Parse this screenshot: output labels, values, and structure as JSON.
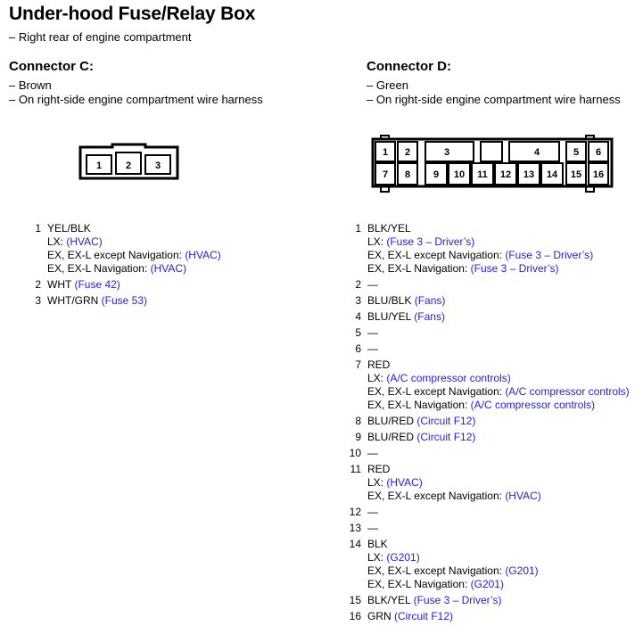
{
  "header": {
    "title": "Under-hood Fuse/Relay Box",
    "subtitle": "– Right rear of engine compartment"
  },
  "connectors": {
    "c": {
      "name": "Connector C:",
      "color_line": "– Brown",
      "location_line": "– On right-side engine compartment wire harness",
      "cavities": [
        "1",
        "2",
        "3"
      ],
      "pins": [
        {
          "num": "1",
          "wire": "YEL/BLK",
          "subs": [
            {
              "label": "LX: ",
              "link": "(HVAC)"
            },
            {
              "label": "EX, EX-L except Navigation: ",
              "link": "(HVAC)"
            },
            {
              "label": "EX, EX-L Navigation: ",
              "link": "(HVAC)"
            }
          ]
        },
        {
          "num": "2",
          "wire": "WHT",
          "link": "(Fuse 42)"
        },
        {
          "num": "3",
          "wire": "WHT/GRN",
          "link": "(Fuse 53)"
        }
      ]
    },
    "d": {
      "name": "Connector D:",
      "color_line": "– Green",
      "location_line": "– On right-side engine compartment wire harness",
      "cavities": [
        "1",
        "2",
        "3",
        "4",
        "5",
        "6",
        "7",
        "8",
        "9",
        "10",
        "11",
        "12",
        "13",
        "14",
        "15",
        "16"
      ],
      "pins": [
        {
          "num": "1",
          "wire": "BLK/YEL",
          "subs": [
            {
              "label": "LX: ",
              "link": "(Fuse 3 – Driver’s)"
            },
            {
              "label": "EX, EX-L except Navigation: ",
              "link": "(Fuse 3 – Driver’s)"
            },
            {
              "label": "EX, EX-L Navigation: ",
              "link": "(Fuse 3 – Driver’s)"
            }
          ]
        },
        {
          "num": "2",
          "wire": "—"
        },
        {
          "num": "3",
          "wire": "BLU/BLK",
          "link": "(Fans)"
        },
        {
          "num": "4",
          "wire": "BLU/YEL",
          "link": "(Fans)"
        },
        {
          "num": "5",
          "wire": "—"
        },
        {
          "num": "6",
          "wire": "—"
        },
        {
          "num": "7",
          "wire": "RED",
          "subs": [
            {
              "label": "LX: ",
              "link": "(A/C compressor controls)"
            },
            {
              "label": "EX, EX-L except Navigation: ",
              "link": "(A/C compressor controls)"
            },
            {
              "label": "EX, EX-L Navigation: ",
              "link": "(A/C compressor controls)"
            }
          ]
        },
        {
          "num": "8",
          "wire": "BLU/RED",
          "link": "(Circuit F12)"
        },
        {
          "num": "9",
          "wire": "BLU/RED",
          "link": "(Circuit F12)"
        },
        {
          "num": "10",
          "wire": "—"
        },
        {
          "num": "11",
          "wire": "RED",
          "subs": [
            {
              "label": "LX: ",
              "link": "(HVAC)"
            },
            {
              "label": "EX, EX-L except Navigation: ",
              "link": "(HVAC)"
            }
          ]
        },
        {
          "num": "12",
          "wire": "—"
        },
        {
          "num": "13",
          "wire": "—"
        },
        {
          "num": "14",
          "wire": "BLK",
          "subs": [
            {
              "label": "LX: ",
              "link": "(G201)"
            },
            {
              "label": "EX, EX-L except Navigation: ",
              "link": "(G201)"
            },
            {
              "label": "EX, EX-L Navigation: ",
              "link": "(G201)"
            }
          ]
        },
        {
          "num": "15",
          "wire": "BLK/YEL",
          "link": "(Fuse 3 – Driver’s)"
        },
        {
          "num": "16",
          "wire": "GRN",
          "link": "(Circuit F12)"
        }
      ]
    }
  },
  "colors": {
    "link": "#1f1fd6",
    "text": "#000000"
  }
}
